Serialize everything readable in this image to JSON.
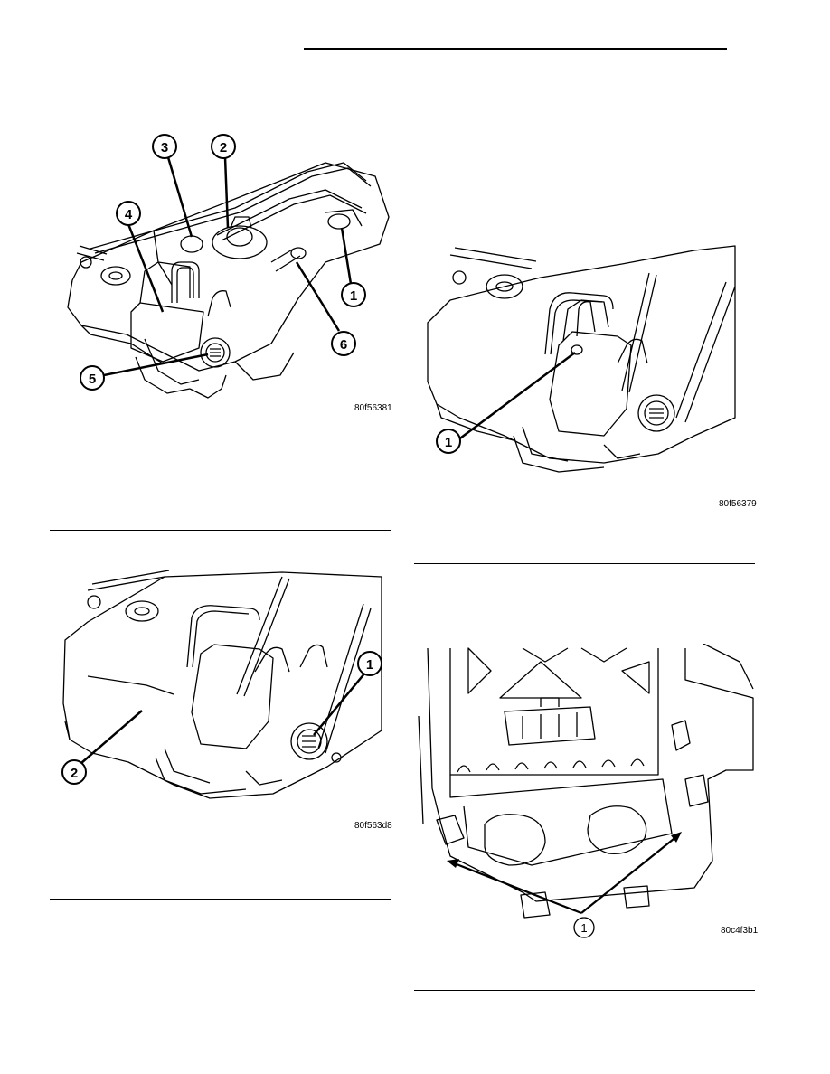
{
  "figures": [
    {
      "id": "fig1",
      "code": "80f56381",
      "callouts": [
        "3",
        "2",
        "4",
        "1",
        "6",
        "5"
      ]
    },
    {
      "id": "fig2",
      "code": "80f56379",
      "callouts": [
        "1"
      ]
    },
    {
      "id": "fig3",
      "code": "80f563d8",
      "callouts": [
        "1",
        "2"
      ]
    },
    {
      "id": "fig4",
      "code": "80c4f3b1",
      "callouts": [
        "1"
      ]
    }
  ],
  "colors": {
    "ink": "#000000",
    "paper": "#ffffff"
  }
}
